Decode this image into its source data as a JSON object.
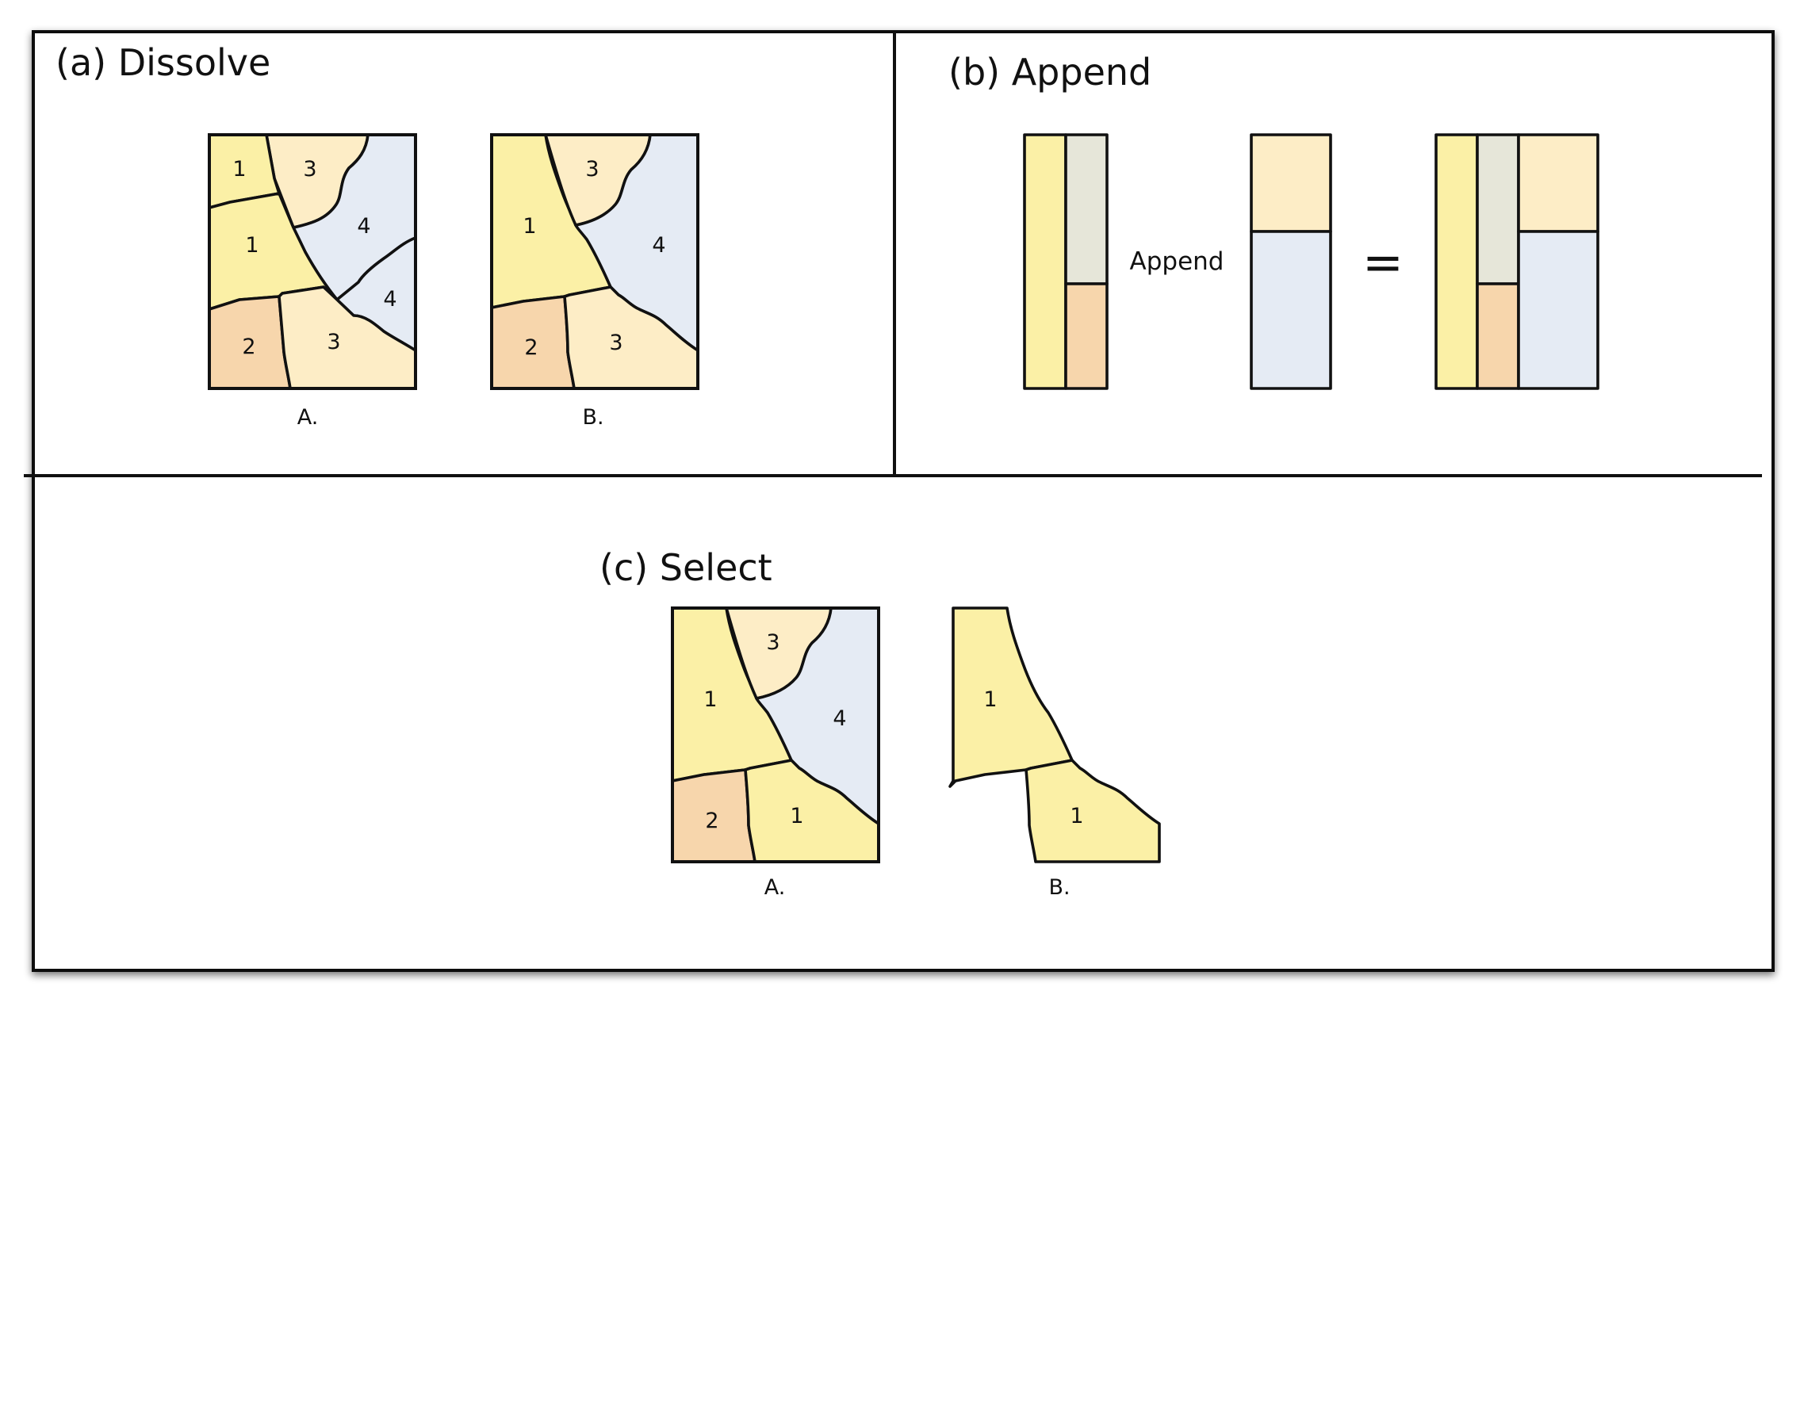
{
  "colors": {
    "zone_1": "#fbf0a6",
    "zone_2": "#f7d6ac",
    "zone_3": "#fdedc6",
    "zone_4": "#e5ebf4",
    "attr_grey": "#e6e6d9",
    "outline": "#111111",
    "shadow": "#9a9a9a"
  },
  "panels": {
    "dissolve": {
      "title": "(a) Dissolve",
      "map_a": {
        "caption": "A.",
        "labels": {
          "z1_top": "1",
          "z3_top": "3",
          "z1_mid": "1",
          "z4_top": "4",
          "z4_low": "4",
          "z2": "2",
          "z3_low": "3"
        }
      },
      "map_b": {
        "caption": "B.",
        "labels": {
          "z3": "3",
          "z1": "1",
          "z4": "4",
          "z2": "2",
          "z3_low": "3"
        }
      }
    },
    "append": {
      "title": "(b) Append",
      "operator": "Append",
      "equals": "="
    },
    "select": {
      "title": "(c) Select",
      "map_a": {
        "caption": "A.",
        "labels": {
          "z3": "3",
          "z1": "1",
          "z4": "4",
          "z2": "2",
          "z1_low": "1"
        }
      },
      "map_b": {
        "caption": "B.",
        "labels": {
          "z1_top": "1",
          "z1_low": "1"
        }
      }
    }
  }
}
